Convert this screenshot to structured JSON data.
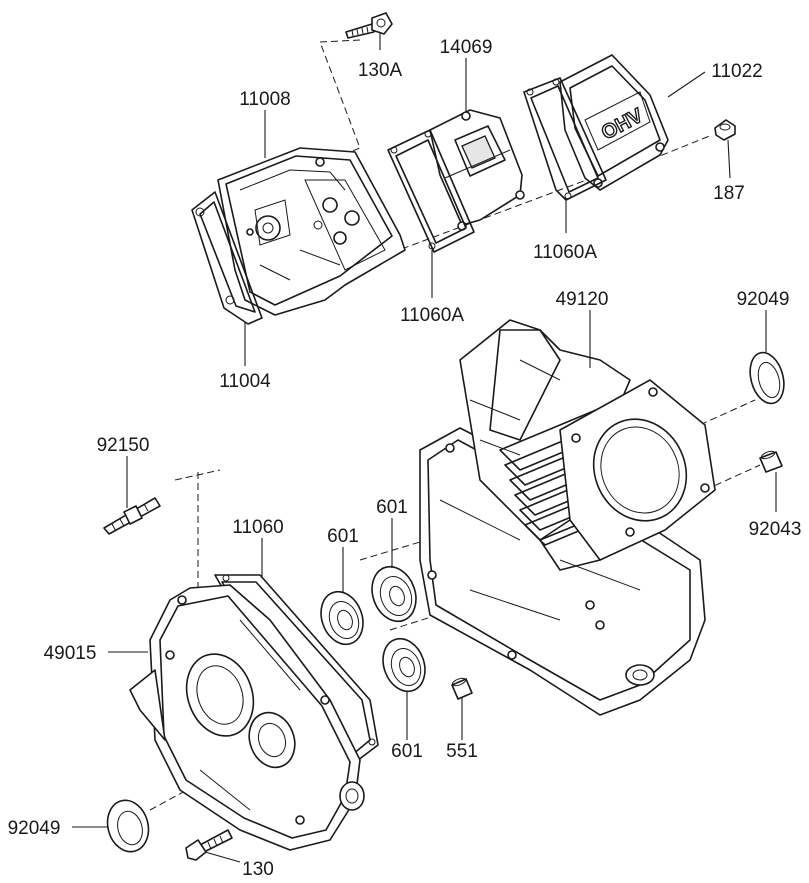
{
  "parts": [
    {
      "id": "p-130A",
      "number": "130A"
    },
    {
      "id": "p-14069",
      "number": "14069"
    },
    {
      "id": "p-11022",
      "number": "11022"
    },
    {
      "id": "p-11008",
      "number": "11008"
    },
    {
      "id": "p-187",
      "number": "187"
    },
    {
      "id": "p-11060A-right",
      "number": "11060A"
    },
    {
      "id": "p-11060A-mid",
      "number": "11060A"
    },
    {
      "id": "p-11004",
      "number": "11004"
    },
    {
      "id": "p-49120",
      "number": "49120"
    },
    {
      "id": "p-92049-top",
      "number": "92049"
    },
    {
      "id": "p-92150",
      "number": "92150"
    },
    {
      "id": "p-92043",
      "number": "92043"
    },
    {
      "id": "p-11060",
      "number": "11060"
    },
    {
      "id": "p-601-a",
      "number": "601"
    },
    {
      "id": "p-601-b",
      "number": "601"
    },
    {
      "id": "p-49015",
      "number": "49015"
    },
    {
      "id": "p-601-c",
      "number": "601"
    },
    {
      "id": "p-551",
      "number": "551"
    },
    {
      "id": "p-92049-bottom",
      "number": "92049"
    },
    {
      "id": "p-130",
      "number": "130"
    }
  ],
  "cover_stamp": "OHV"
}
